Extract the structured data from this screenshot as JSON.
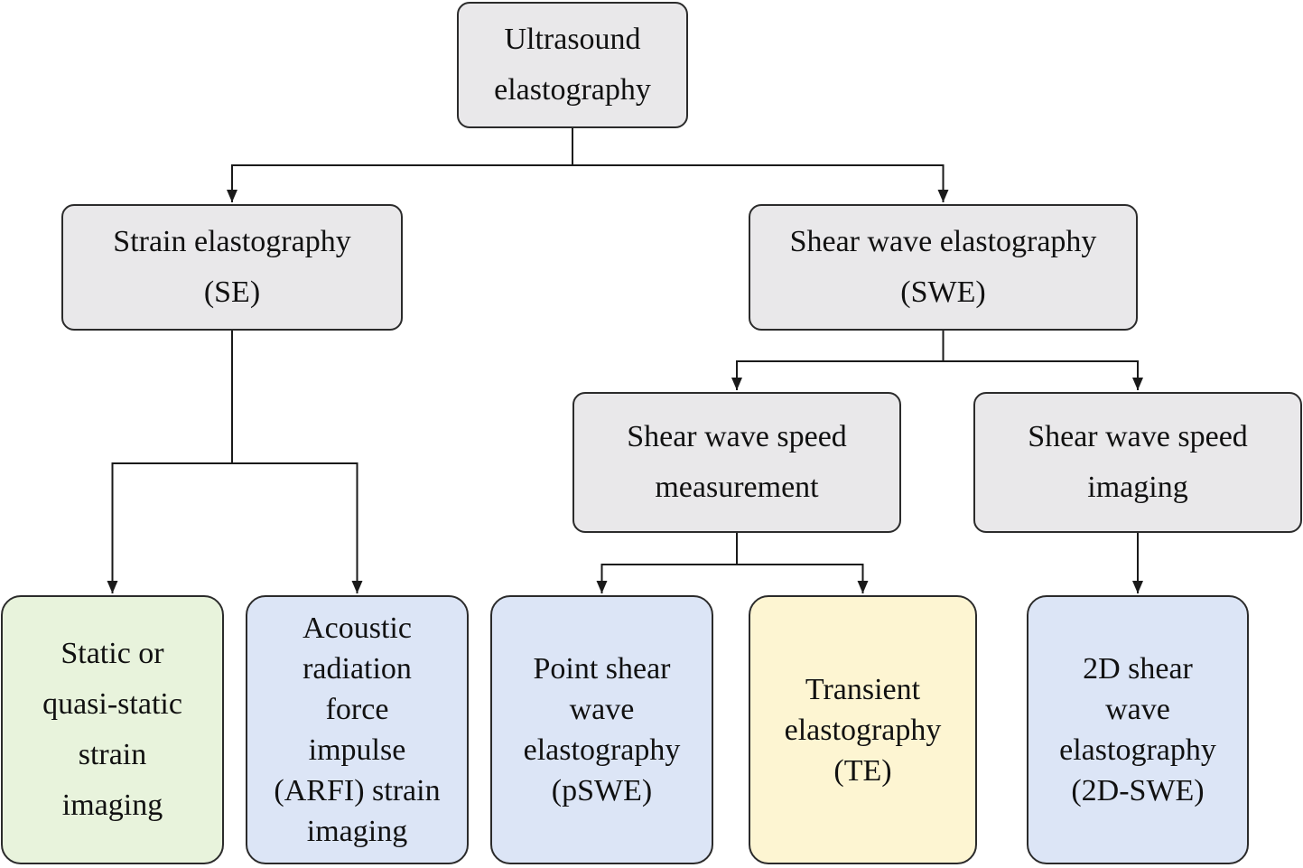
{
  "colors": {
    "gray": "#e9e8ea",
    "green": "#e8f3dc",
    "blue": "#dce5f6",
    "yellow": "#fdf5d2",
    "line": "#1a1a1a"
  },
  "nodes": {
    "root": {
      "lines": [
        "Ultrasound",
        "elastography"
      ],
      "color": "gray"
    },
    "se": {
      "lines": [
        "Strain elastography",
        "(SE)"
      ],
      "color": "gray"
    },
    "swe": {
      "lines": [
        "Shear wave elastography",
        "(SWE)"
      ],
      "color": "gray"
    },
    "sws_measurement": {
      "lines": [
        "Shear wave speed",
        "measurement"
      ],
      "color": "gray"
    },
    "sws_imaging": {
      "lines": [
        "Shear wave speed",
        "imaging"
      ],
      "color": "gray"
    },
    "static_strain": {
      "lines": [
        "Static or",
        "quasi-static",
        "strain",
        "imaging"
      ],
      "color": "green"
    },
    "arfi": {
      "lines": [
        "Acoustic",
        "radiation",
        "force",
        "impulse",
        "(ARFI) strain",
        "imaging"
      ],
      "color": "blue"
    },
    "pswe": {
      "lines": [
        "Point shear",
        "wave",
        "elastography",
        "(pSWE)"
      ],
      "color": "blue"
    },
    "te": {
      "lines": [
        "Transient",
        "elastography",
        "(TE)"
      ],
      "color": "yellow"
    },
    "swe2d": {
      "lines": [
        "2D shear",
        "wave",
        "elastography",
        "(2D-SWE)"
      ],
      "color": "blue"
    }
  },
  "edges": [
    [
      "root",
      "se"
    ],
    [
      "root",
      "swe"
    ],
    [
      "se",
      "static_strain"
    ],
    [
      "se",
      "arfi"
    ],
    [
      "swe",
      "sws_measurement"
    ],
    [
      "swe",
      "sws_imaging"
    ],
    [
      "sws_measurement",
      "pswe"
    ],
    [
      "sws_measurement",
      "te"
    ],
    [
      "sws_imaging",
      "swe2d"
    ]
  ]
}
